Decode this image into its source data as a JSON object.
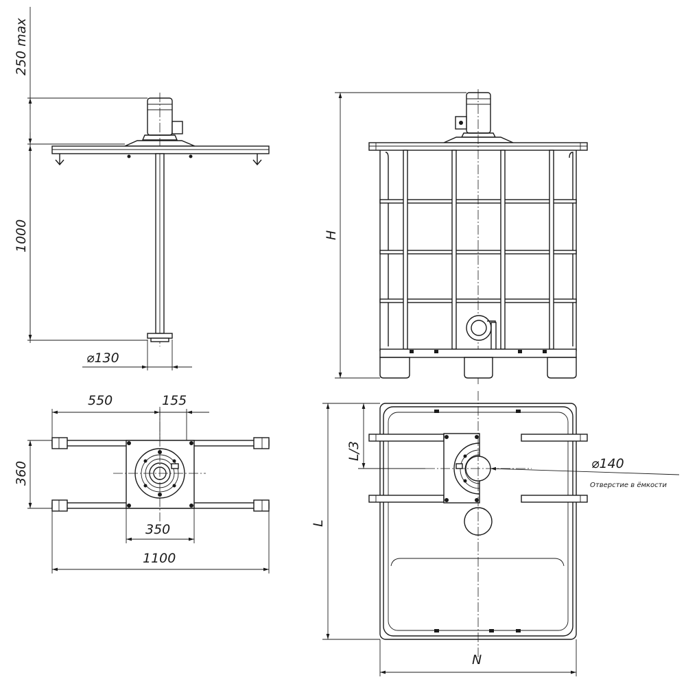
{
  "dimensions": {
    "max_lift": "250 max",
    "shaft_length": "1000",
    "hub_diameter": "⌀130",
    "arm_offset": "550",
    "plate_offset": "155",
    "arm_spacing": "360",
    "plate_width": "350",
    "overall_width": "1100",
    "tank_height": "H",
    "tank_length": "L",
    "tank_width": "N",
    "third_length": "L/3",
    "hole_diameter": "⌀140"
  },
  "notes": {
    "hole_note": "Отверстие в ёмкости"
  }
}
